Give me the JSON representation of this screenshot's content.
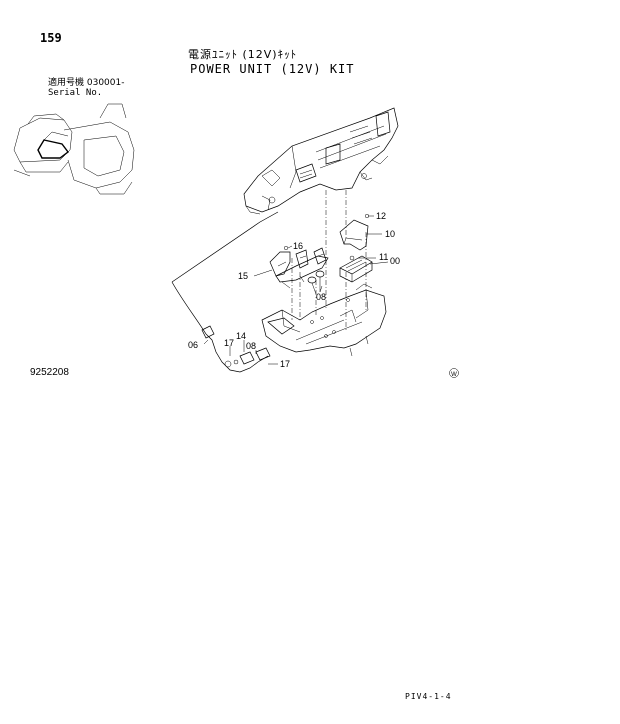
{
  "header": {
    "page_number": "159",
    "title_jp": "電源ﾕﾆｯﾄ (12V)ｷｯﾄ",
    "title_en": "POWER UNIT (12V) KIT"
  },
  "serial": {
    "label_jp": "適用号機  030001-",
    "label_en": "Serial No."
  },
  "figure": {
    "number": "9252208",
    "callouts": {
      "c12": "12",
      "c10": "10",
      "c16": "16",
      "c11": "11",
      "c00": "00",
      "c15": "15",
      "c08a": "08",
      "c14": "14",
      "c06": "06",
      "c17a": "17",
      "c08b": "08",
      "c17b": "17"
    },
    "mark": "W"
  },
  "footer": {
    "code": "PIV4-1-4"
  }
}
